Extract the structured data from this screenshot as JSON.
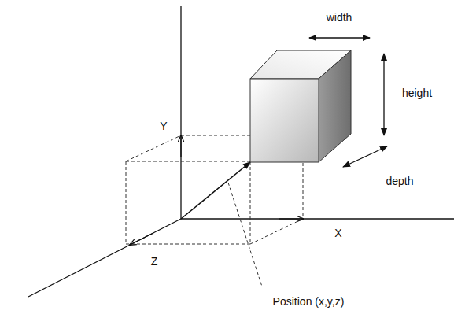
{
  "diagram": {
    "labels": [
      "width",
      "height",
      "depth",
      "Y",
      "X",
      "Z",
      "Position (x,y,z)"
    ]
  }
}
